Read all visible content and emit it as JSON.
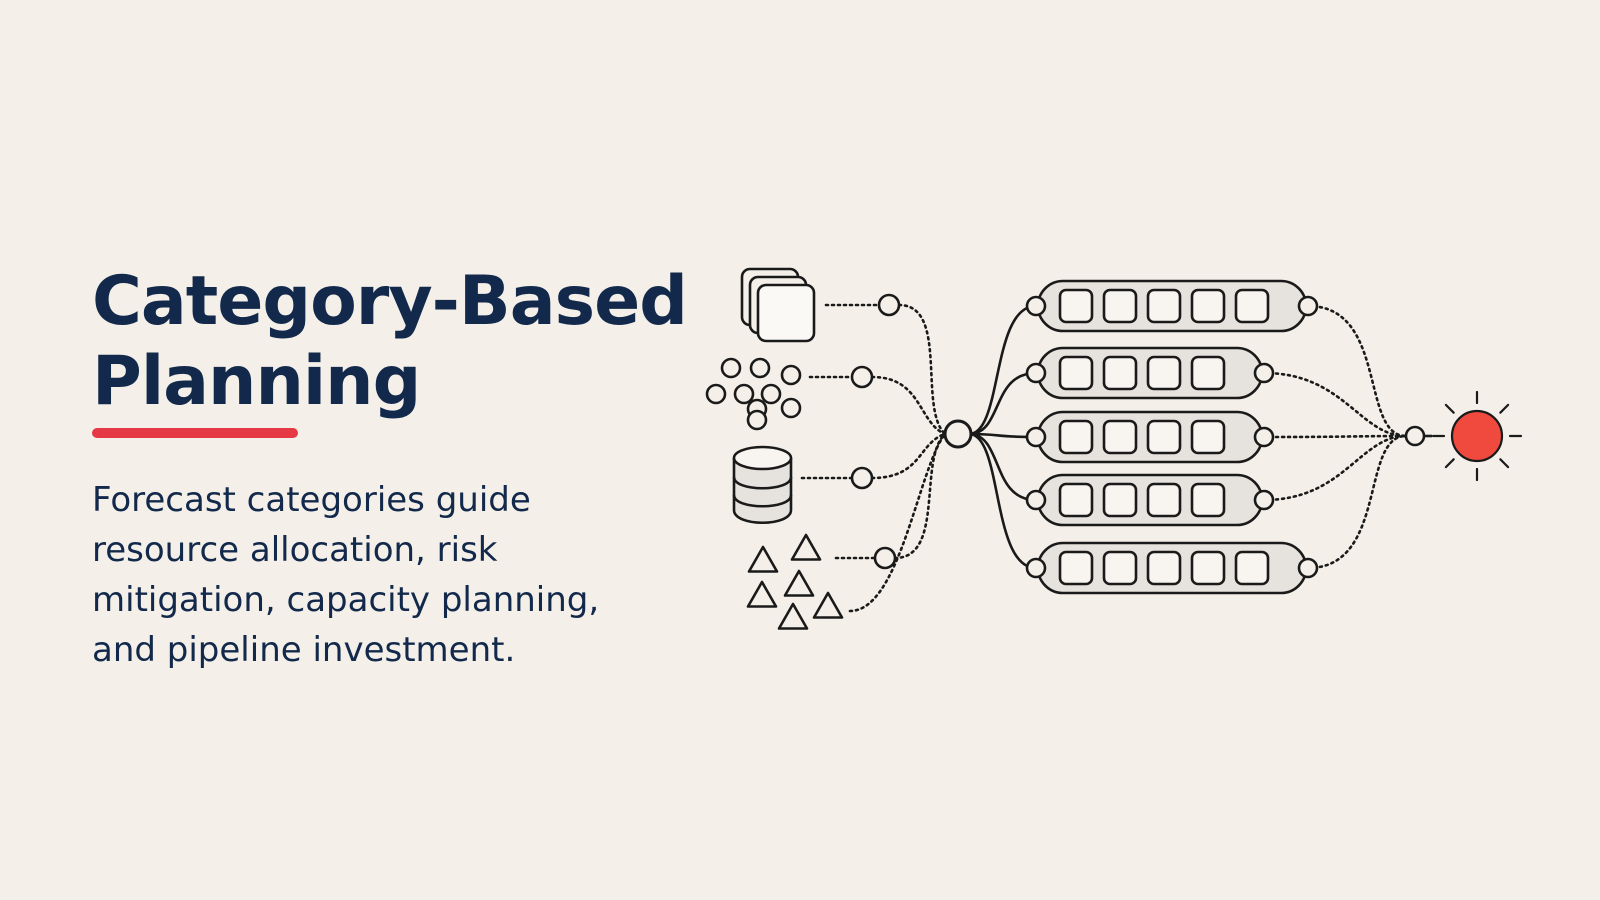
{
  "slide": {
    "title": "Category-Based Planning",
    "body": "Forecast categories guide resource allocation, risk mitigation, capacity planning, and pipeline investment."
  },
  "colors": {
    "background": "#f4f0e9",
    "title": "#13294b",
    "accent": "#e63946",
    "outcome": "#f04a3e",
    "line": "#1a1a1a",
    "lane_fill": "#e6e2dd",
    "cell_fill": "#f8f5f0"
  },
  "diagram": {
    "inputs": [
      {
        "icon": "stacked-cards-icon"
      },
      {
        "icon": "dots-cluster-icon"
      },
      {
        "icon": "database-icon"
      },
      {
        "icon": "triangles-cluster-icon"
      }
    ],
    "lanes": [
      {
        "cells": 5
      },
      {
        "cells": 4
      },
      {
        "cells": 4
      },
      {
        "cells": 4
      },
      {
        "cells": 5
      }
    ],
    "outcome_icon": "sun-icon"
  }
}
